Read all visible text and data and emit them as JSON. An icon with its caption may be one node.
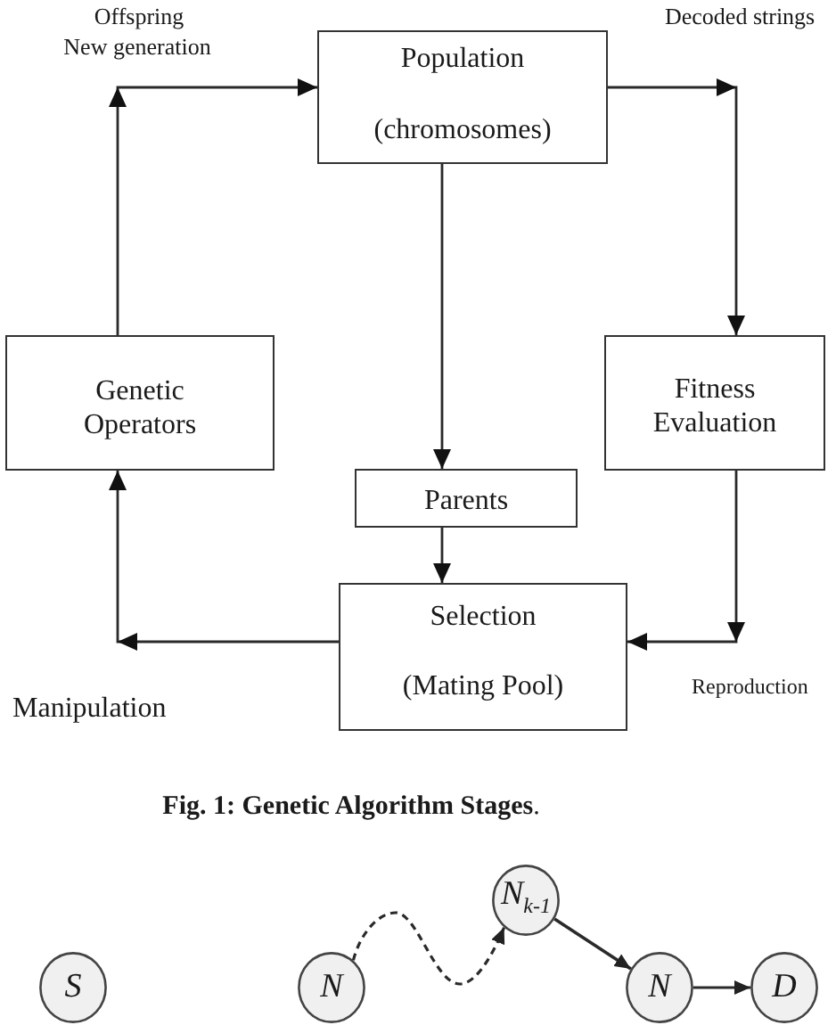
{
  "diagram": {
    "caption": "**Fig. 1: Genetic Algorithm Stages**.",
    "nodes": [
      {
        "text": [
          "Population",
          "(chromosomes)"
        ]
      },
      {
        "text": [
          "Genetic Operators"
        ]
      },
      {
        "text": [
          "Fitness Evaluation"
        ]
      },
      {
        "text": [
          "Parents"
        ]
      },
      {
        "text": [
          "Selection",
          "(Mating Pool)"
        ]
      },
      {
        "text": [
          "S"
        ]
      },
      {
        "text": [
          "N"
        ]
      },
      {
        "text": [
          "N$_{k-1}$"
        ]
      },
      {
        "text": [
          "N"
        ]
      },
      {
        "text": [
          "D"
        ]
      }
    ],
    "edges": [
      {
        "from": 1,
        "to": 0,
        "arrow": "to"
      },
      {
        "from": 0,
        "to": 2,
        "arrow": "to"
      },
      {
        "from": 0,
        "to": 3,
        "arrow": "to"
      },
      {
        "from": 3,
        "to": 4,
        "arrow": "to"
      },
      {
        "from": 2,
        "to": 4,
        "arrow": "to"
      },
      {
        "from": 4,
        "to": 1,
        "arrow": "to"
      },
      {
        "from": 6,
        "to": 7,
        "arrow": "to",
        "style": "dashed"
      },
      {
        "from": 7,
        "to": 8,
        "arrow": "to"
      },
      {
        "from": 8,
        "to": 9,
        "arrow": "to"
      }
    ],
    "labels": [
      "Offspring",
      "New generation",
      "Decoded strings",
      "Manipulation",
      "Reproduction"
    ]
  }
}
